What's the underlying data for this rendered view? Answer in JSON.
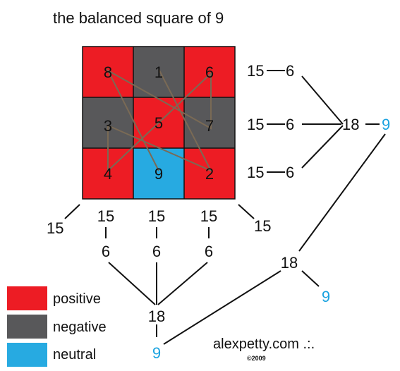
{
  "title": "the balanced square of 9",
  "colors": {
    "positive": "#ed1c24",
    "negative": "#58585a",
    "neutral": "#27aae1",
    "blue_text": "#1ba3e0",
    "line": "#111111",
    "path": "#7a6a55"
  },
  "grid": [
    [
      {
        "n": "8",
        "type": "positive"
      },
      {
        "n": "1",
        "type": "negative"
      },
      {
        "n": "6",
        "type": "positive"
      }
    ],
    [
      {
        "n": "3",
        "type": "negative"
      },
      {
        "n": "5",
        "type": "positive"
      },
      {
        "n": "7",
        "type": "negative"
      }
    ],
    [
      {
        "n": "4",
        "type": "positive"
      },
      {
        "n": "9",
        "type": "neutral"
      },
      {
        "n": "2",
        "type": "positive"
      }
    ]
  ],
  "path_sequence": [
    "1",
    "2",
    "3",
    "4",
    "5",
    "6",
    "7",
    "8",
    "9"
  ],
  "rows": {
    "sums": [
      "15",
      "15",
      "15"
    ],
    "reduced": [
      "6",
      "6",
      "6"
    ],
    "total": "18",
    "final": "9"
  },
  "columns": {
    "sums": [
      "15",
      "15",
      "15"
    ],
    "reduced": [
      "6",
      "6",
      "6"
    ],
    "total": "18",
    "final": "9"
  },
  "diagonals": {
    "left": "15",
    "right": "15"
  },
  "combined": {
    "total": "18",
    "final": "9"
  },
  "legend": [
    {
      "label": "positive",
      "type": "positive"
    },
    {
      "label": "negative",
      "type": "negative"
    },
    {
      "label": "neutral",
      "type": "neutral"
    }
  ],
  "site": "alexpetty.com .:.",
  "copyright": "©2009"
}
